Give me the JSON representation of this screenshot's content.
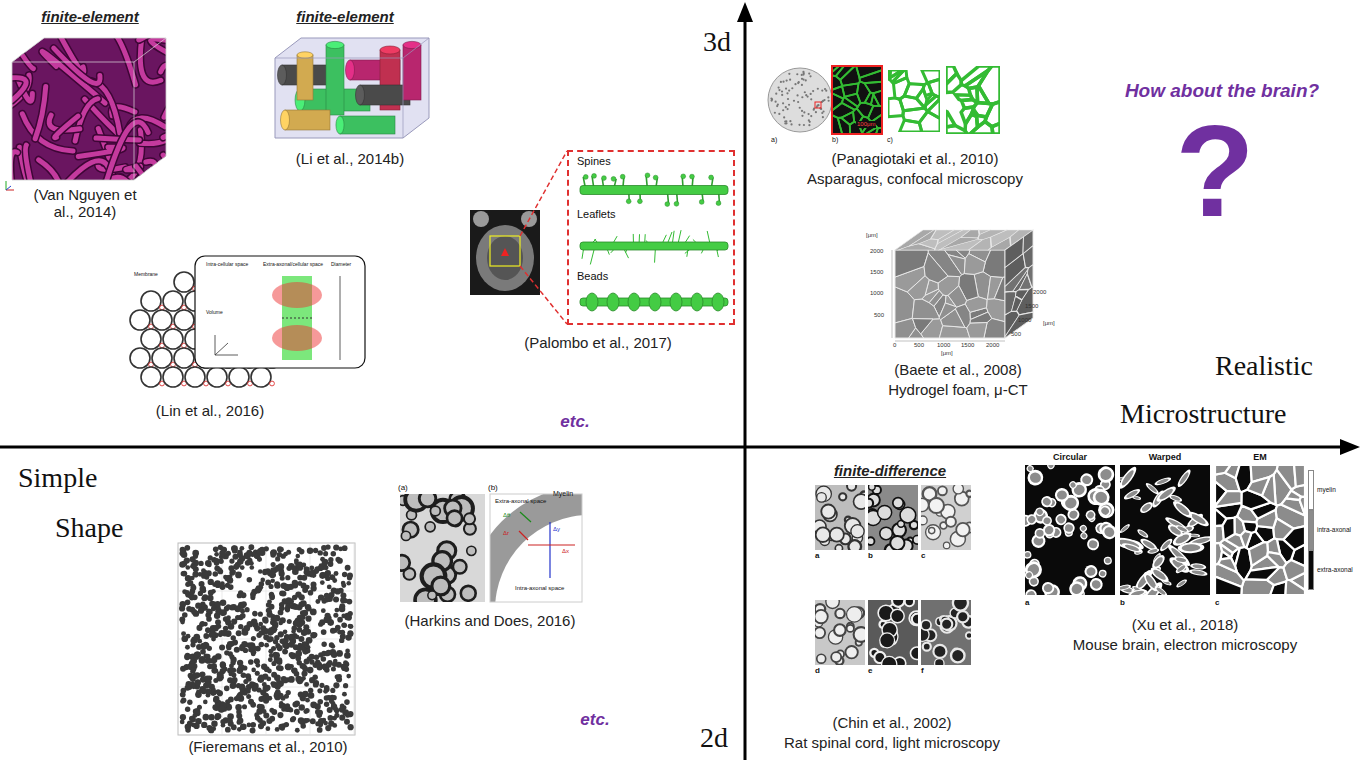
{
  "diagram": {
    "nodes": [
      {
        "text": [
          "Spines",
          "Leaflets",
          "Beads"
        ]
      }
    ],
    "labels": [
      "finite-element",
      "finite-element",
      "(Van Nguyen et al., 2014)",
      "(Li et al., 2014b)",
      "Membrane",
      "Intra-cellular space",
      "Extra-axonal/cellular space",
      "Diameter",
      "Volume",
      "(Lin et al., 2016)",
      "(Palombo et al., 2017)",
      "etc.",
      "3d",
      "a)",
      "b)",
      "100μm",
      "c)",
      "(Panagiotaki et al., 2010)",
      "Asparagus, confocal microscopy",
      "How about the brain?",
      "?",
      "[μm]",
      "2000",
      "1500",
      "1000",
      "500",
      "0",
      "500",
      "1000",
      "1500",
      "2000",
      "[μm]",
      "500",
      "1000",
      "1500",
      "2000",
      "[μm]",
      "(Baete et al., 2008)",
      "Hydrogel foam, μ-CT",
      "Realistic",
      "Microstructure",
      "Simple",
      "Shape",
      "(a)",
      "(b)",
      "Extra-axonal space",
      "Myelin",
      "Intra-axonal space",
      "Δθ",
      "Δr",
      "Δy",
      "Δx",
      "(Harkins and Does, 2016)",
      "(Fieremans et al., 2010)",
      "etc.",
      "finite-difference",
      "a",
      "b",
      "c",
      "d",
      "e",
      "f",
      "(Chin et al., 2002)",
      "Rat spinal cord, light microscopy",
      "2d",
      "Circular",
      "Warped",
      "EM",
      "a",
      "b",
      "c",
      "(Xu et al., 2018)",
      "Mouse brain, electron microscopy"
    ],
    "legend": [
      {
        "text": "myelin",
        "color": "#ffffff"
      },
      {
        "text": "intra-axonal",
        "color": "#8c8c8c"
      },
      {
        "text": "extra-axonal",
        "color": "#0a0a0a"
      }
    ]
  }
}
